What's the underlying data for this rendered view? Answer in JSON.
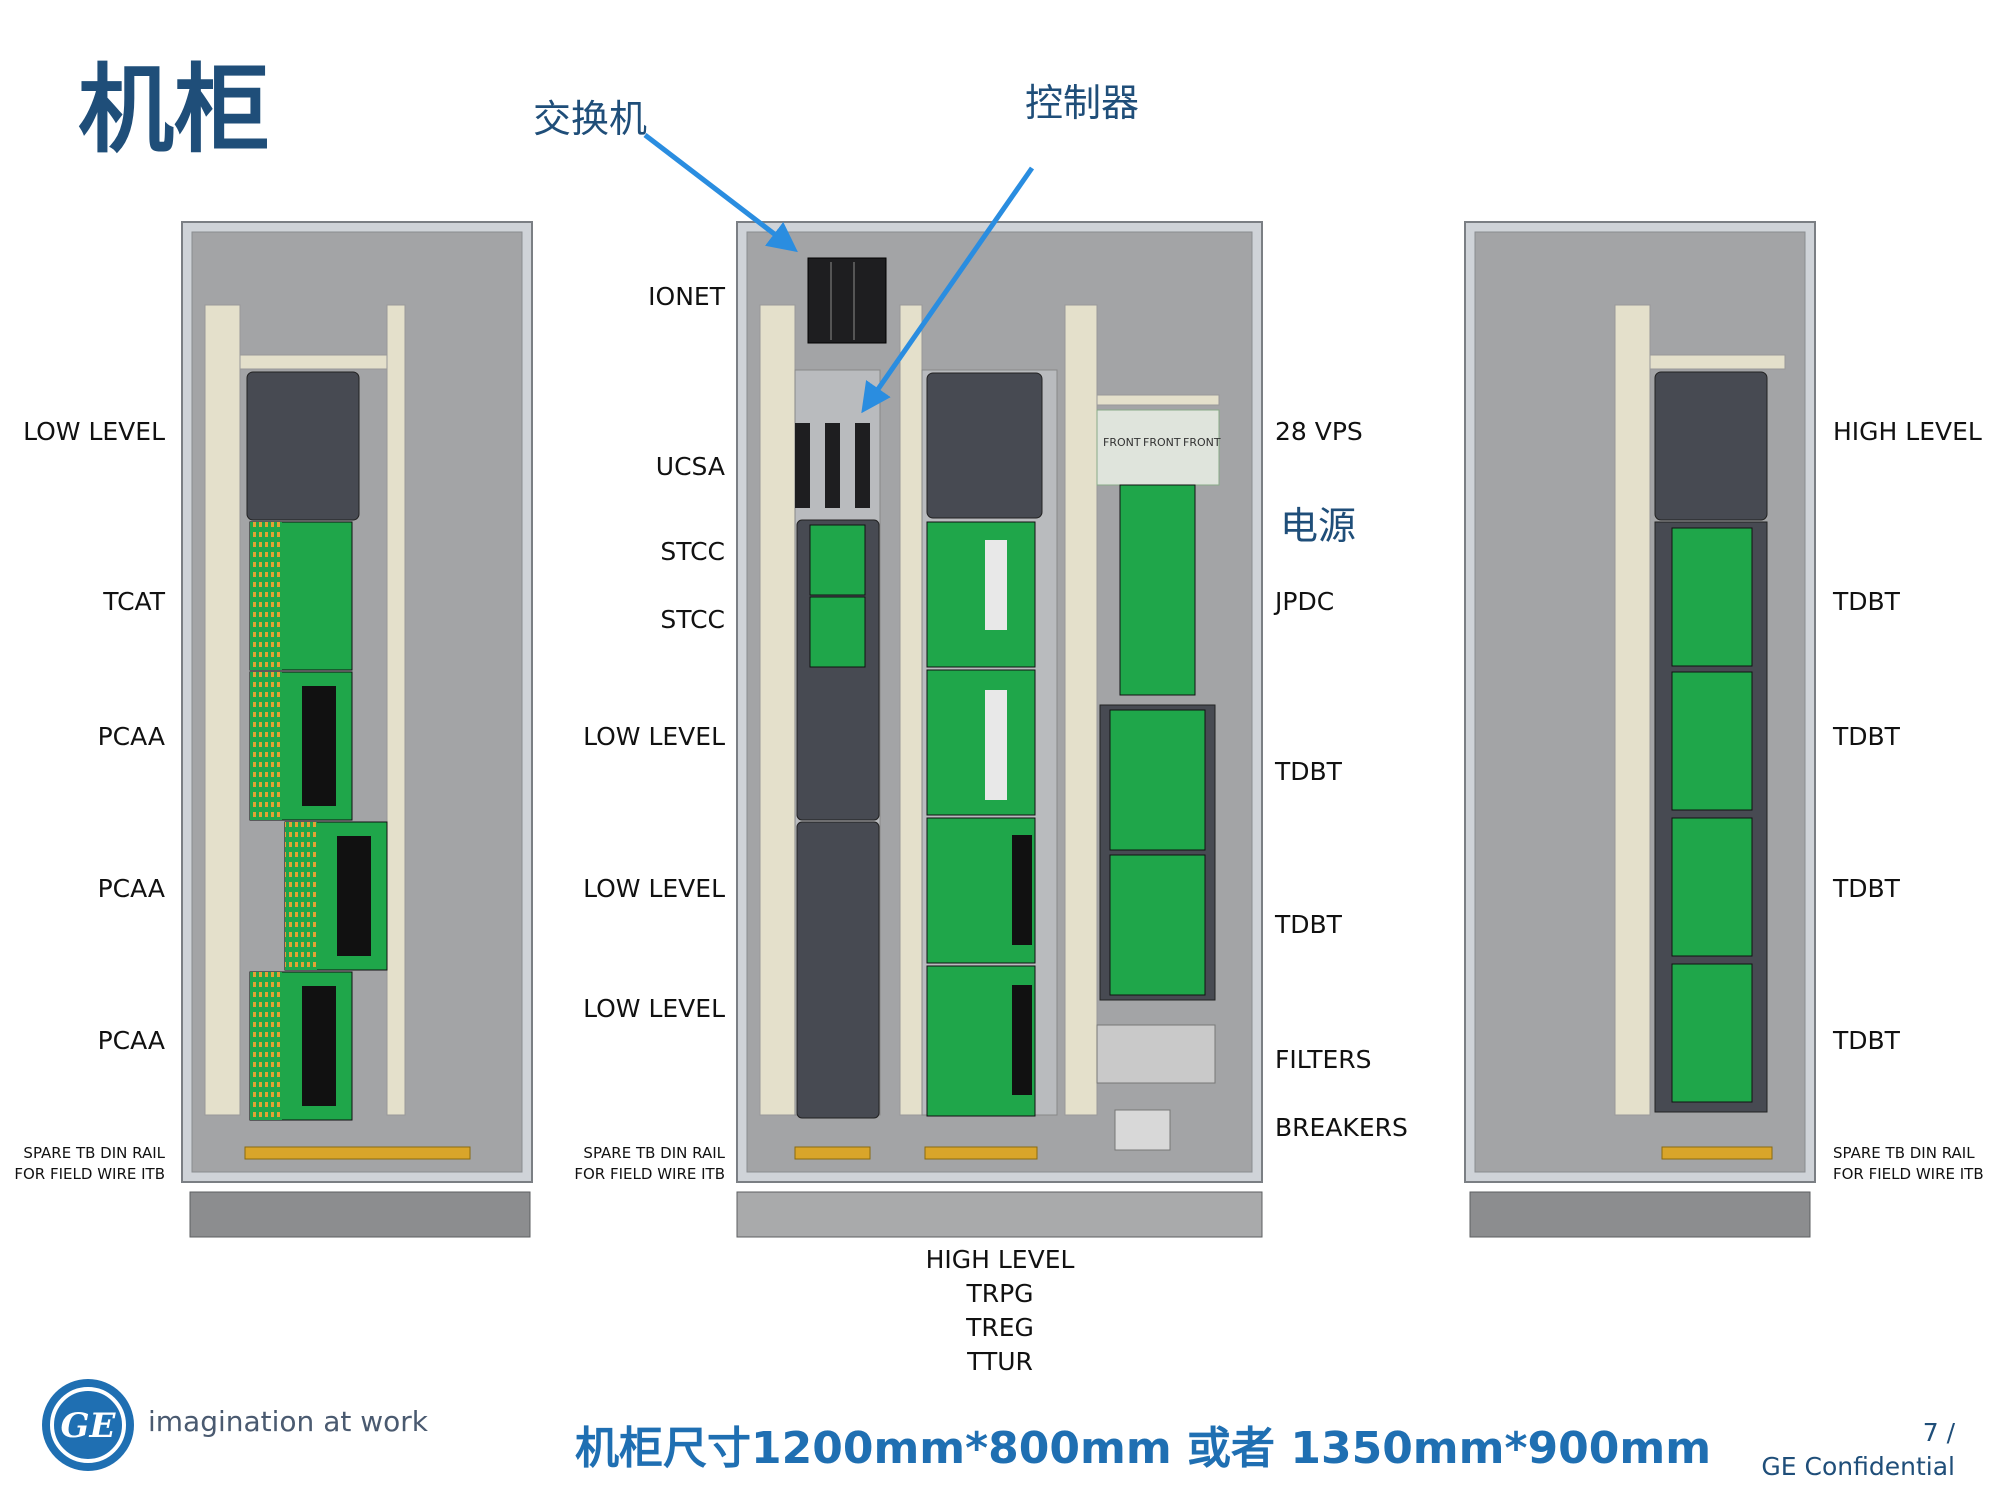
{
  "title": "机柜",
  "callouts": {
    "switch": "交换机",
    "controller": "控制器",
    "power": "电源"
  },
  "left_cabinet": {
    "labels": [
      "LOW LEVEL",
      "TCAT",
      "PCAA",
      "PCAA",
      "PCAA"
    ],
    "spare": [
      "SPARE TB DIN RAIL",
      "FOR FIELD WIRE ITB"
    ]
  },
  "center_cabinet": {
    "left_labels": [
      "IONET",
      "UCSA",
      "STCC",
      "STCC",
      "LOW LEVEL",
      "LOW LEVEL",
      "LOW LEVEL"
    ],
    "spare": [
      "SPARE TB DIN RAIL",
      "FOR FIELD WIRE ITB"
    ],
    "right_labels": [
      "28 VPS",
      "JPDC",
      "TDBT",
      "TDBT",
      "FILTERS",
      "BREAKERS"
    ],
    "front_tags": [
      "FRONT",
      "FRONT",
      "FRONT"
    ],
    "bottom_labels": [
      "HIGH LEVEL",
      "TRPG",
      "TREG",
      "TTUR"
    ]
  },
  "right_cabinet": {
    "labels": [
      "HIGH LEVEL",
      "TDBT",
      "TDBT",
      "TDBT",
      "TDBT"
    ],
    "spare": [
      "SPARE TB DIN RAIL",
      "FOR FIELD WIRE ITB"
    ]
  },
  "footer": {
    "dimensions": "机柜尺寸1200mm*800mm 或者 1350mm*900mm",
    "tagline": "imagination at work",
    "logo_text": "GE",
    "page": "7 /",
    "confidential": "GE Confidential"
  },
  "colors": {
    "title": "#1f4e79",
    "accent": "#1f6fb2",
    "arrow": "#2a8de0",
    "board": "#1fa64a",
    "panel": "#a9aaab"
  }
}
